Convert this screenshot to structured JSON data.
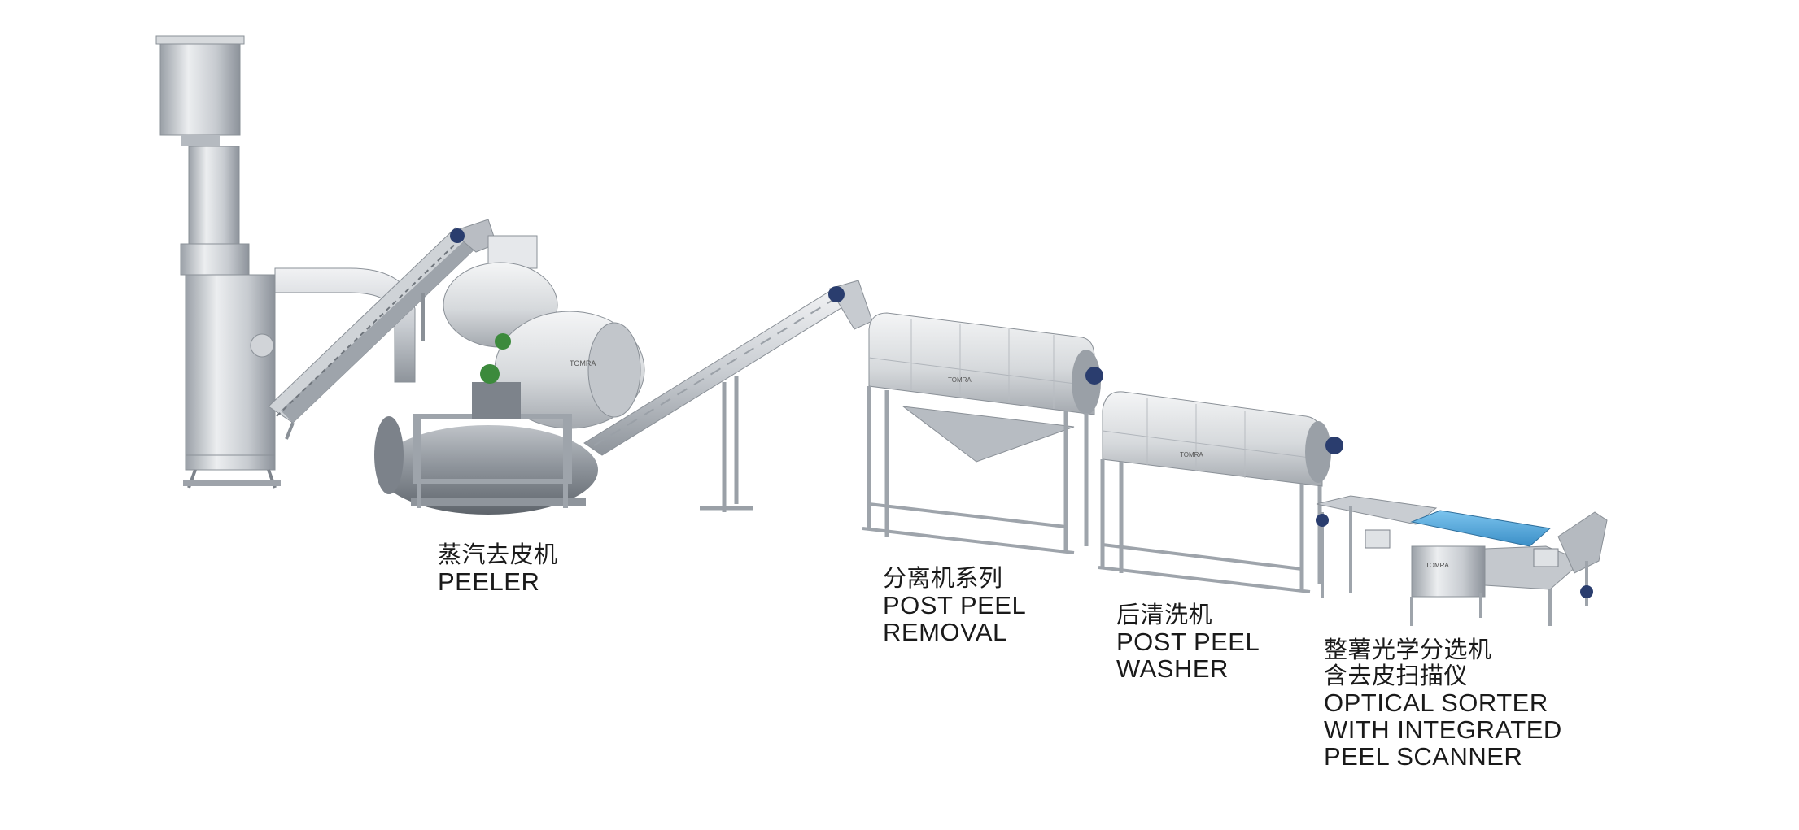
{
  "stations": [
    {
      "id": "peeler",
      "lines": [
        "蒸汽去皮机",
        "PEELER"
      ]
    },
    {
      "id": "post-peel-removal",
      "lines": [
        "分离机系列",
        "POST PEEL",
        "REMOVAL"
      ]
    },
    {
      "id": "post-peel-washer",
      "lines": [
        "后清洗机",
        "POST PEEL",
        "WASHER"
      ]
    },
    {
      "id": "optical-sorter",
      "lines": [
        "整薯光学分选机",
        "含去皮扫描仪",
        "OPTICAL SORTER",
        "WITH INTEGRATED",
        "PEEL SCANNER"
      ]
    }
  ],
  "brand": "TOMRA",
  "colors": {
    "steel_light": "#e3e5e8",
    "steel_mid": "#b9bdc3",
    "steel_dark": "#7d838b",
    "motor_blue": "#2a3d6e",
    "belt_blue": "#4aa3d8",
    "green_part": "#3c8a3c"
  }
}
